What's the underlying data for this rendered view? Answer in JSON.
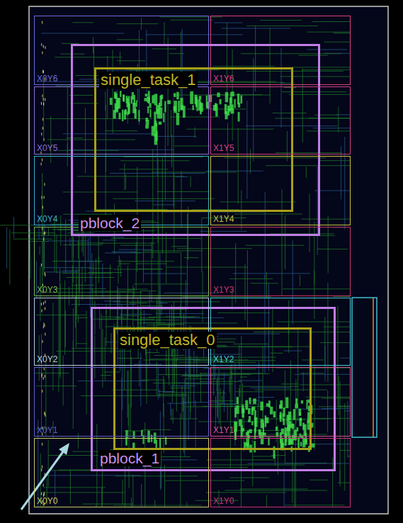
{
  "diagram": {
    "nodes": [
      {
        "text": [
          "X0Y6"
        ]
      },
      {
        "text": [
          "X1Y6"
        ]
      },
      {
        "text": [
          "pblock_2"
        ]
      },
      {
        "text": [
          "single_task_1"
        ],
        "in": 2
      },
      {
        "text": [
          "X0Y5"
        ]
      },
      {
        "text": [
          "X1Y5"
        ]
      },
      {
        "text": [
          "X0Y4"
        ]
      },
      {
        "text": [
          "X1Y4"
        ]
      },
      {
        "text": [
          "X0Y3"
        ]
      },
      {
        "text": [
          "X1Y3"
        ]
      },
      {
        "text": [
          "pblock_1"
        ]
      },
      {
        "text": [
          "single_task_0"
        ],
        "in": 10
      },
      {
        "text": [
          "X0Y2"
        ]
      },
      {
        "text": [
          "X1Y2"
        ]
      },
      {
        "text": [
          "X0Y1"
        ]
      },
      {
        "text": [
          "X1Y1"
        ]
      },
      {
        "text": [
          "X0Y0"
        ]
      },
      {
        "text": [
          "X1Y0"
        ]
      }
    ]
  }
}
